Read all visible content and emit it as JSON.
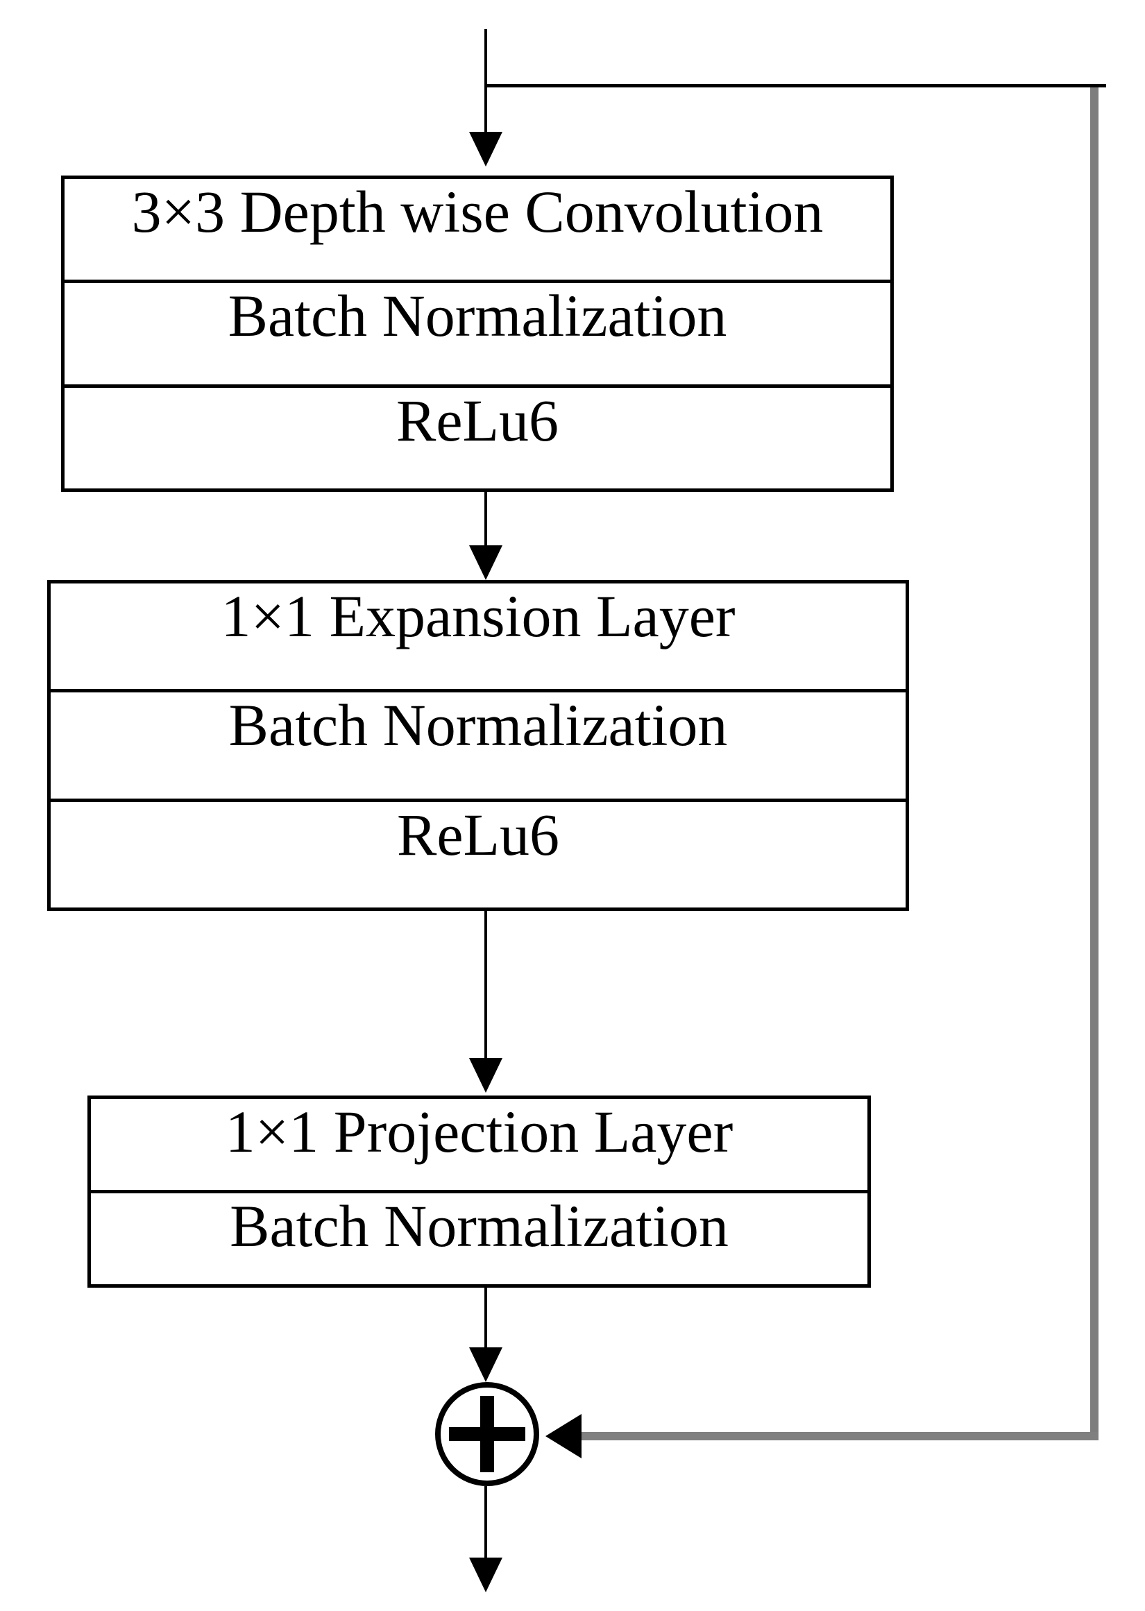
{
  "diagram": {
    "blocks": [
      {
        "name": "depthwise-conv-block",
        "rows": [
          "3×3 Depth wise Convolution",
          "Batch Normalization",
          "ReLu6"
        ]
      },
      {
        "name": "expansion-block",
        "rows": [
          "1×1 Expansion Layer",
          "Batch Normalization",
          "ReLu6"
        ]
      },
      {
        "name": "projection-block",
        "rows": [
          "1×1 Projection Layer",
          "Batch Normalization"
        ]
      }
    ],
    "add_operator": {
      "symbol": "+"
    },
    "colors": {
      "line": "#000000",
      "skip_connection": "#7d7d7d",
      "box_border": "#000000",
      "text": "#000000",
      "background": "#ffffff"
    }
  }
}
